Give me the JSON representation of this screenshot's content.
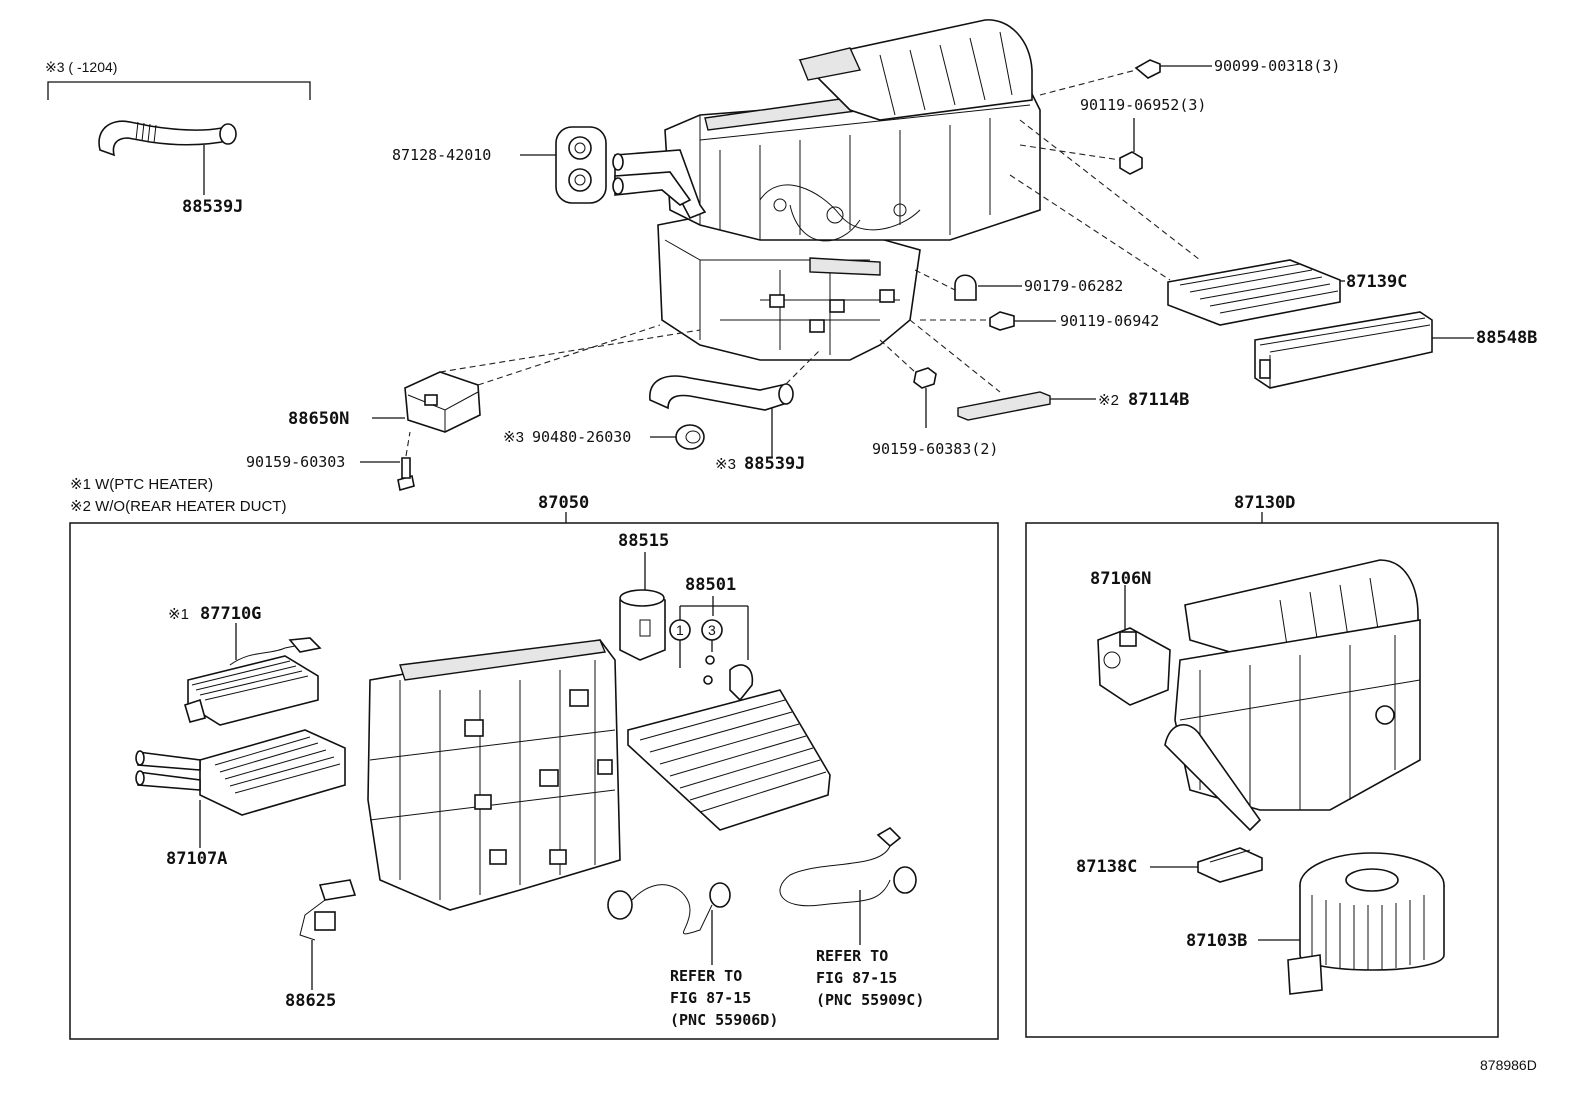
{
  "figure_id": "878986D",
  "footnotes": {
    "note1": "※1 W(PTC HEATER)",
    "note2": "※2 W/O(REAR HEATER DUCT)",
    "note3_header": "※3 (      -1204)"
  },
  "labels": {
    "p88539J_top": "88539J",
    "p87128": "87128-42010",
    "p90099": "90099-00318(3)",
    "p90119_06952": "90119-06952(3)",
    "p90179": "90179-06282",
    "p90119_06942": "90119-06942",
    "p87139C": "87139C",
    "p88548B": "88548B",
    "p88650N": "88650N",
    "p90159_60303": "90159-60303",
    "p90480_mark": "※3",
    "p90480": "90480-26030",
    "p88539J_mid_mark": "※3",
    "p88539J_mid": "88539J",
    "p90159_60383": "90159-60383(2)",
    "p87114B_mark": "※2",
    "p87114B": "87114B",
    "p87050": "87050",
    "p88515": "88515",
    "p88501": "88501",
    "circle1": "1",
    "circle3": "3",
    "p87710G_mark": "※1",
    "p87710G": "87710G",
    "p87107A": "87107A",
    "p88625": "88625",
    "p87130D": "87130D",
    "p87106N": "87106N",
    "p87138C": "87138C",
    "p87103B": "87103B"
  },
  "refers": {
    "left": [
      "REFER TO",
      "FIG 87-15",
      "(PNC 55906D)"
    ],
    "right": [
      "REFER TO",
      "FIG 87-15",
      "(PNC 55909C)"
    ]
  }
}
